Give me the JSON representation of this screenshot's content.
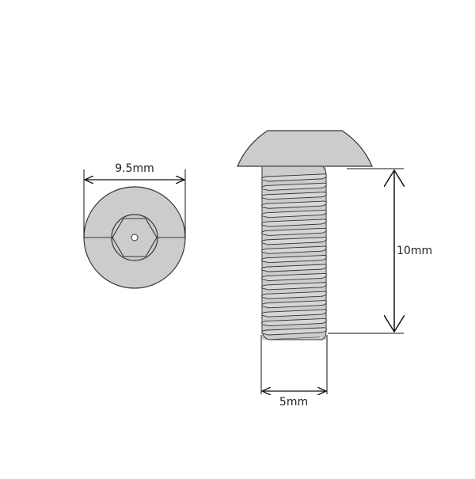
{
  "colors": {
    "background": "#ffffff",
    "part_fill": "#cccccc",
    "outline": "#333333",
    "dimension_line": "#111111"
  },
  "dimensions": {
    "head_diameter": "9.5mm",
    "thread_length": "10mm",
    "thread_diameter": "5mm"
  },
  "views": {
    "end_view": {
      "drive": "hex-socket"
    },
    "side_view": {
      "head": "button-head",
      "thread_turns": 18
    }
  }
}
